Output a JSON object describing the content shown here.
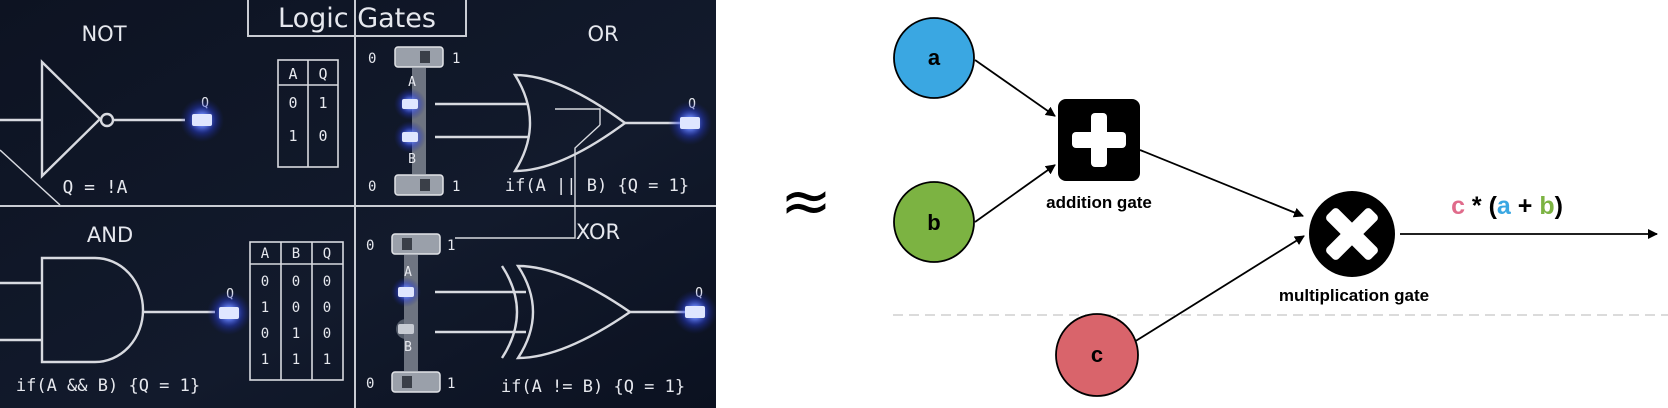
{
  "board": {
    "title": "Logic Gates",
    "gates": {
      "not": {
        "name": "NOT",
        "expr": "Q = !A",
        "out": "Q"
      },
      "or": {
        "name": "OR",
        "expr": "if(A || B) {Q = 1}",
        "out": "Q"
      },
      "and": {
        "name": "AND",
        "expr": "if(A && B) {Q = 1}",
        "out": "Q"
      },
      "xor": {
        "name": "XOR",
        "expr": "if(A != B) {Q = 1}",
        "out": "Q"
      }
    },
    "not_table": {
      "headers": [
        "A",
        "Q"
      ],
      "rows": [
        [
          "0",
          "1"
        ],
        [
          "1",
          "0"
        ]
      ]
    },
    "and_table": {
      "headers": [
        "A",
        "B",
        "Q"
      ],
      "rows": [
        [
          "0",
          "0",
          "0"
        ],
        [
          "1",
          "0",
          "0"
        ],
        [
          "0",
          "1",
          "0"
        ],
        [
          "1",
          "1",
          "1"
        ]
      ]
    },
    "switch_labels": {
      "zero": "0",
      "one": "1",
      "a": "A",
      "b": "B"
    }
  },
  "approx": "≈",
  "graph": {
    "nodes": {
      "a": "a",
      "b": "b",
      "c": "c"
    },
    "node_colors": {
      "a": "#3aa7e2",
      "b": "#7cb342",
      "c": "#d9646b"
    },
    "addition_label": "addition gate",
    "multiplication_label": "multiplication gate",
    "output": {
      "c": "c",
      "star": " * (",
      "a": "a",
      "plus": " + ",
      "b": "b",
      "close": ")"
    }
  }
}
